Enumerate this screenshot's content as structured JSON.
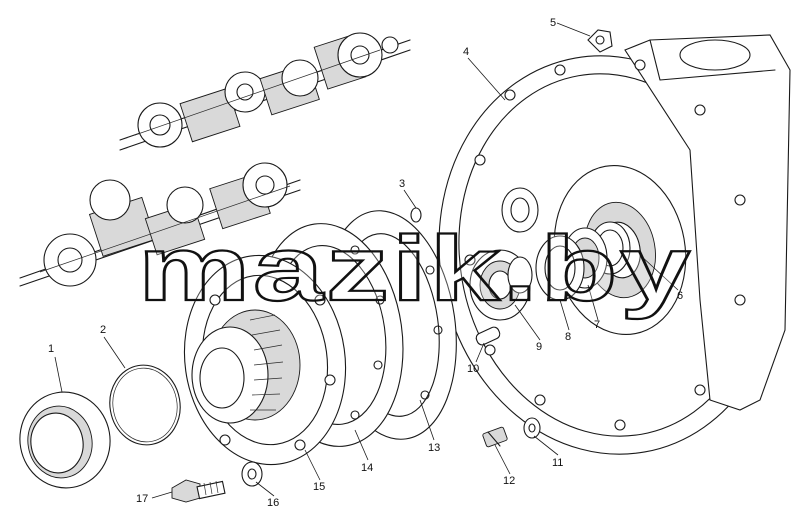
{
  "diagram": {
    "callouts": [
      "1",
      "2",
      "3",
      "4",
      "5",
      "6",
      "7",
      "8",
      "9",
      "10",
      "11",
      "12",
      "13",
      "14",
      "15",
      "16",
      "17"
    ]
  },
  "watermark": {
    "text": "mazik.by"
  },
  "colors": {
    "line": "#1a1a1a",
    "shade": "#d9d9d9",
    "background": "#ffffff"
  }
}
